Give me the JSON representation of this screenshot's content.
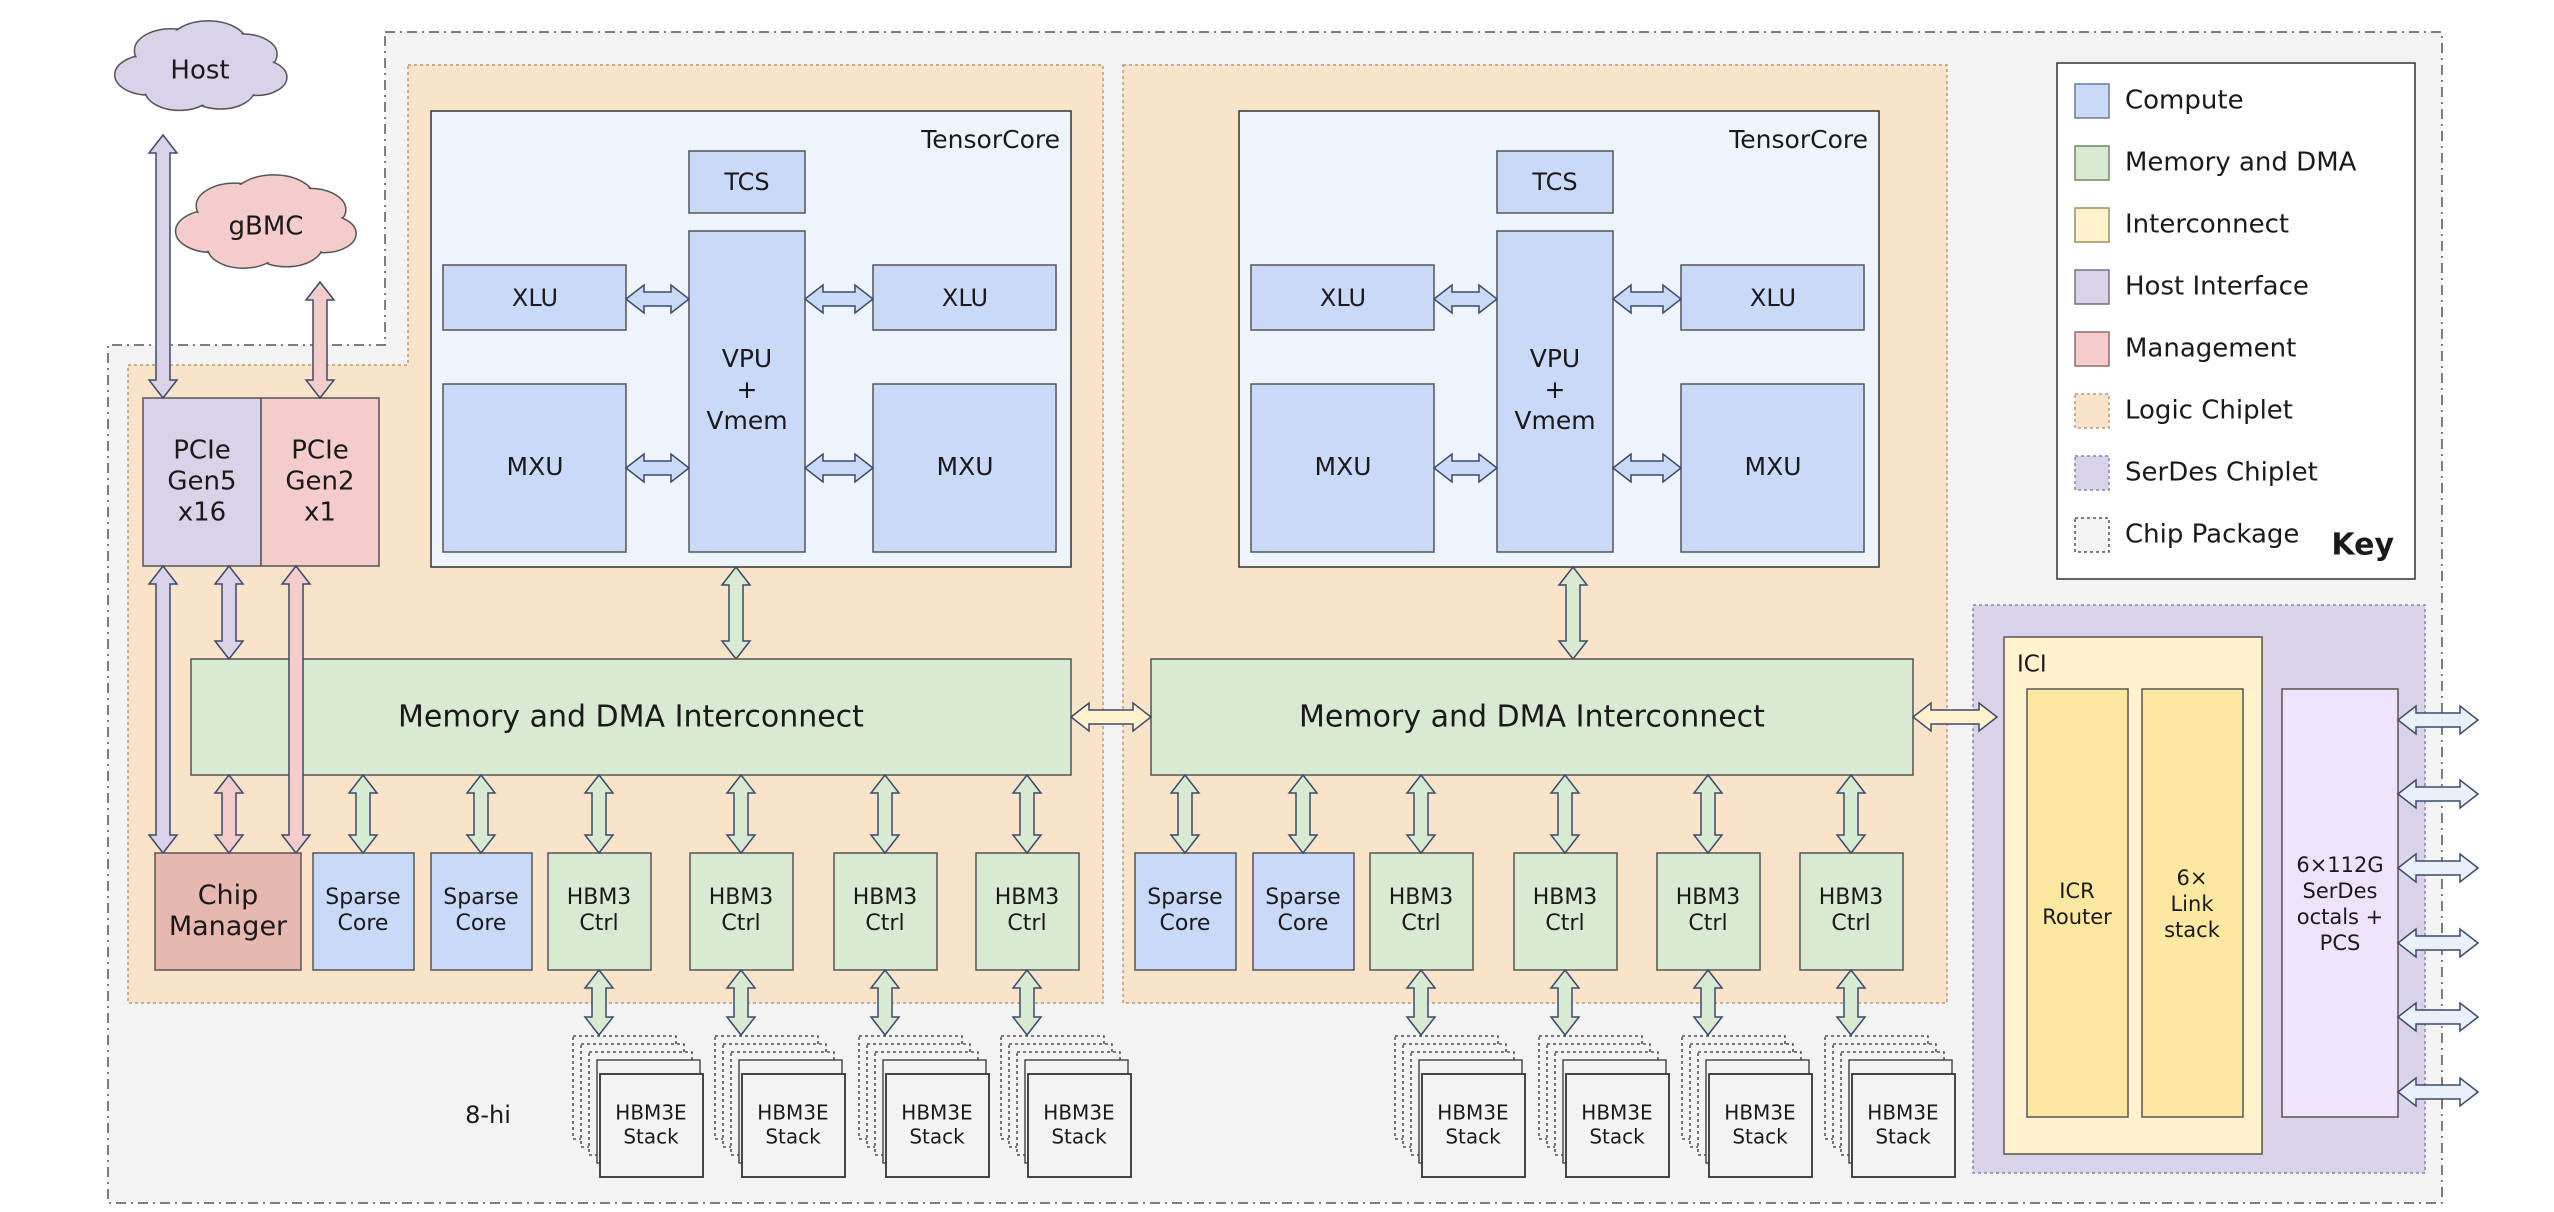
{
  "clouds": {
    "host": "Host",
    "gbmc": "gBMC"
  },
  "pcie": {
    "gen5": [
      "PCIe",
      "Gen5",
      "x16"
    ],
    "gen2": [
      "PCIe",
      "Gen2",
      "x1"
    ]
  },
  "tensorcore": {
    "title": "TensorCore",
    "tcs": "TCS",
    "xlu": "XLU",
    "mxu": "MXU",
    "vpu": [
      "VPU",
      "+",
      "Vmem"
    ]
  },
  "interconnect_label": "Memory and DMA Interconnect",
  "chip_manager": [
    "Chip",
    "Manager"
  ],
  "sparse_core": [
    "Sparse",
    "Core"
  ],
  "hbm_ctrl": [
    "HBM3",
    "Ctrl"
  ],
  "hbm_stack": [
    "HBM3E",
    "Stack"
  ],
  "stack_height": "8-hi",
  "ici": {
    "title": "ICI",
    "router": [
      "ICR",
      "Router"
    ],
    "link": [
      "6×",
      "Link",
      "stack"
    ],
    "serdes": [
      "6×112G",
      "SerDes",
      "octals +",
      "PCS"
    ]
  },
  "key": {
    "title": "Key",
    "items": [
      {
        "label": "Compute",
        "color": "#c9daf8",
        "border": "#6d7a99",
        "dashed": false
      },
      {
        "label": "Memory and DMA",
        "color": "#d9ead3",
        "border": "#6f8a62",
        "dashed": false
      },
      {
        "label": "Interconnect",
        "color": "#fff2cc",
        "border": "#9c9164",
        "dashed": false
      },
      {
        "label": "Host Interface",
        "color": "#d9d2e9",
        "border": "#777085",
        "dashed": false
      },
      {
        "label": "Management",
        "color": "#f4cccc",
        "border": "#946a6a",
        "dashed": false
      },
      {
        "label": "Logic Chiplet",
        "color": "#f9e3c9",
        "border": "#b59a7a",
        "dashed": true
      },
      {
        "label": "SerDes Chiplet",
        "color": "#d9d2e9",
        "border": "#8c84a3",
        "dashed": true
      },
      {
        "label": "Chip Package",
        "color": "#f3f3f3",
        "border": "#555555",
        "dashed": true
      }
    ]
  },
  "colors": {
    "compute": "#c9daf8",
    "memory": "#d9ead3",
    "interconnect": "#fff2cc",
    "ici_inner": "#fce8a0",
    "host": "#d9d2e9",
    "management": "#f4cccc",
    "chip_manager": "#e6b8af",
    "logic_chiplet": "#f9e3c9",
    "serdes_chiplet": "#d9d2e9",
    "serdes_block": "#efe2fb",
    "package": "#f3f3f3",
    "tensorcore_bg": "#eef4fc",
    "stack": "#f3f3f3"
  }
}
